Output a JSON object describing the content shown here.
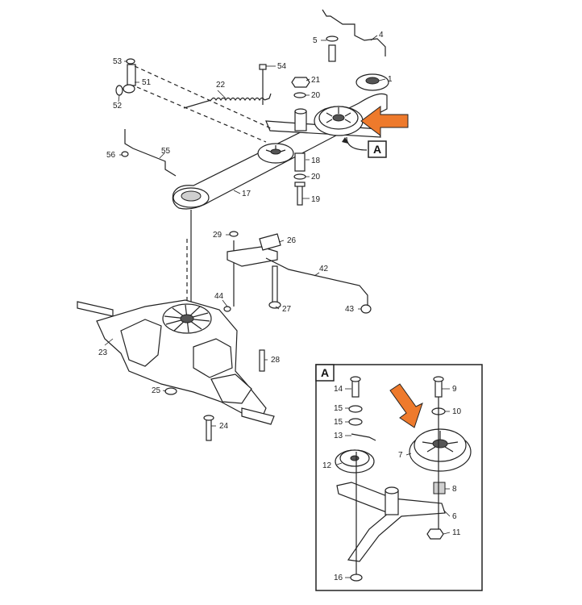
{
  "diagram": {
    "callout_main": "A",
    "callout_detail": "A",
    "arrow_color": "#ee7a2c",
    "parts": {
      "p1": "1",
      "p4": "4",
      "p5": "5",
      "p6": "6",
      "p7": "7",
      "p8": "8",
      "p9": "9",
      "p10": "10",
      "p11": "11",
      "p12": "12",
      "p13": "13",
      "p14": "14",
      "p15a": "15",
      "p15b": "15",
      "p16": "16",
      "p17": "17",
      "p18": "18",
      "p19": "19",
      "p20a": "20",
      "p20b": "20",
      "p21": "21",
      "p22": "22",
      "p23": "23",
      "p24": "24",
      "p25": "25",
      "p26": "26",
      "p27": "27",
      "p28": "28",
      "p29": "29",
      "p42": "42",
      "p43": "43",
      "p44": "44",
      "p51": "51",
      "p52": "52",
      "p53": "53",
      "p54": "54",
      "p55": "55",
      "p56": "56"
    }
  }
}
